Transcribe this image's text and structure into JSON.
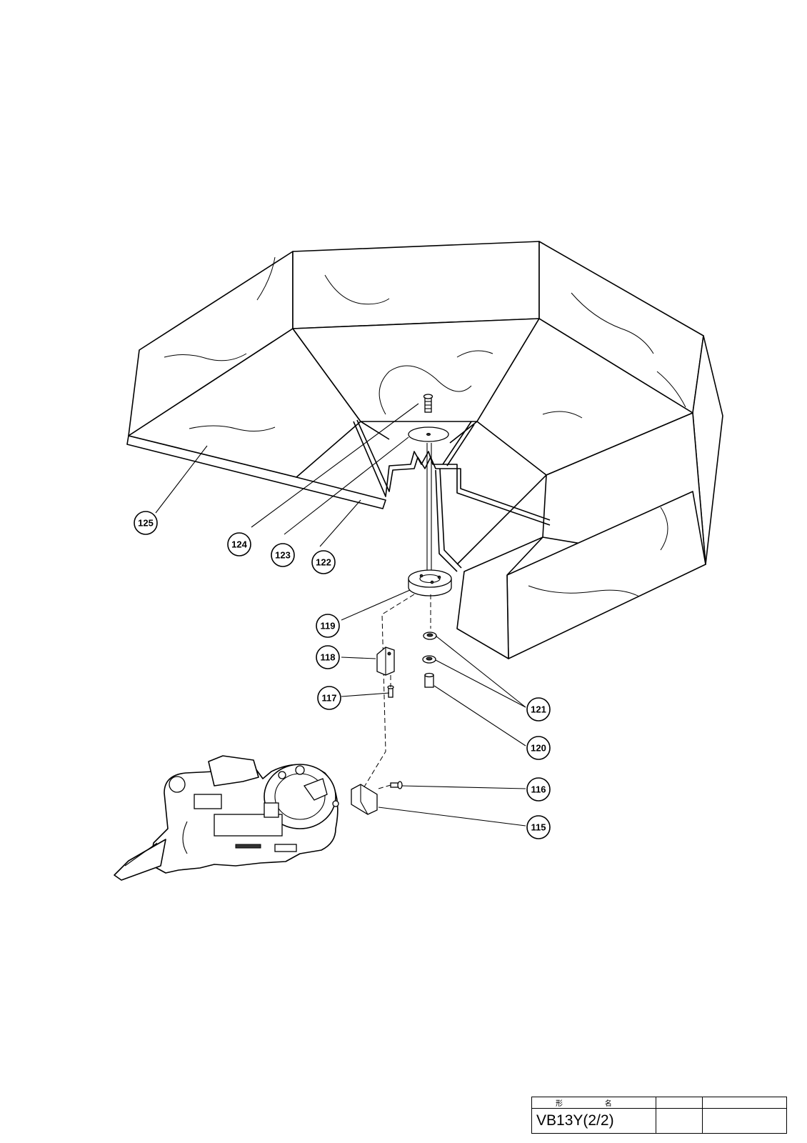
{
  "callouts": [
    {
      "id": "c125",
      "label": "125"
    },
    {
      "id": "c124",
      "label": "124"
    },
    {
      "id": "c123",
      "label": "123"
    },
    {
      "id": "c122",
      "label": "122"
    },
    {
      "id": "c119",
      "label": "119"
    },
    {
      "id": "c118",
      "label": "118"
    },
    {
      "id": "c117",
      "label": "117"
    },
    {
      "id": "c121",
      "label": "121"
    },
    {
      "id": "c120",
      "label": "120"
    },
    {
      "id": "c116",
      "label": "116"
    },
    {
      "id": "c115",
      "label": "115"
    }
  ],
  "title_block": {
    "header_label": "形 名",
    "model": "VB13Y(2/2)",
    "col2_header": "",
    "col3_header": "",
    "col2_value": "",
    "col3_value": ""
  }
}
